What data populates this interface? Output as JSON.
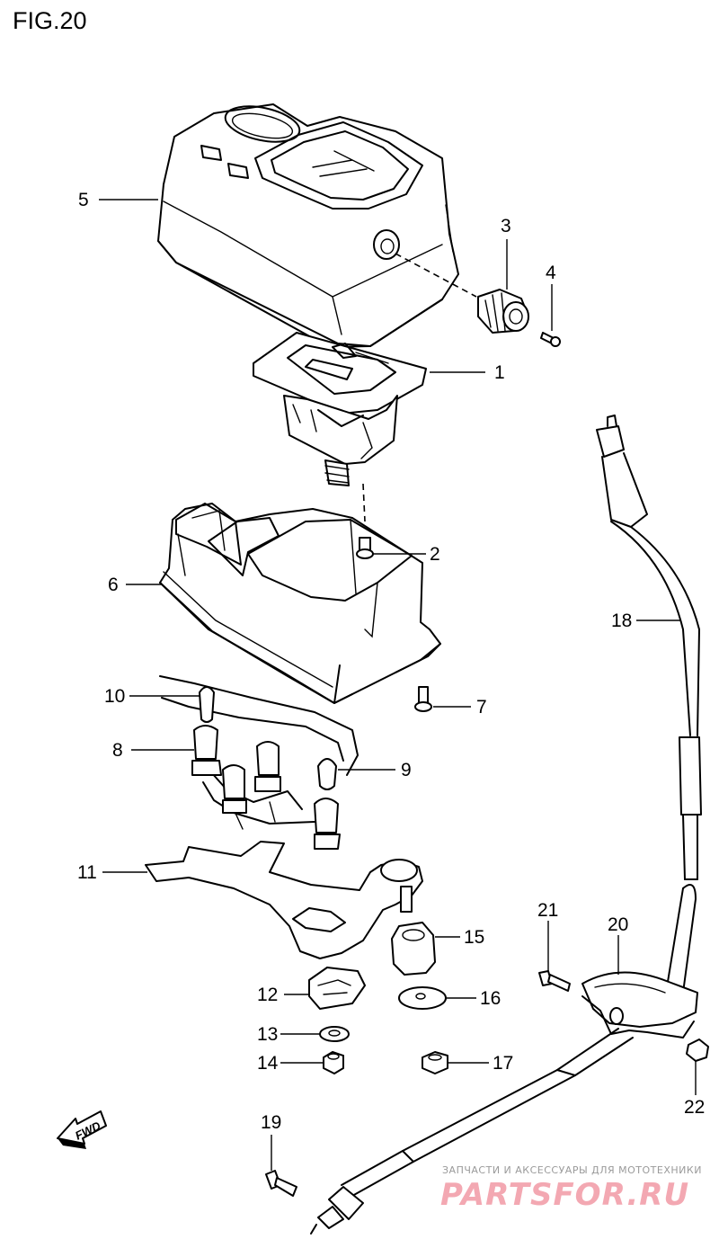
{
  "figure": {
    "title": "FIG.20"
  },
  "callouts": [
    {
      "number": "1"
    },
    {
      "number": "2"
    },
    {
      "number": "3"
    },
    {
      "number": "4"
    },
    {
      "number": "5"
    },
    {
      "number": "6"
    },
    {
      "number": "7"
    },
    {
      "number": "8"
    },
    {
      "number": "9"
    },
    {
      "number": "10"
    },
    {
      "number": "11"
    },
    {
      "number": "12"
    },
    {
      "number": "13"
    },
    {
      "number": "14"
    },
    {
      "number": "15"
    },
    {
      "number": "16"
    },
    {
      "number": "17"
    },
    {
      "number": "18"
    },
    {
      "number": "19"
    },
    {
      "number": "20"
    },
    {
      "number": "21"
    },
    {
      "number": "22"
    }
  ],
  "fwd_badge": {
    "label": "FWD",
    "icon": "fwd-arrow-icon"
  },
  "watermark": {
    "tagline": "ЗАПЧАСТИ И АКСЕССУАРЫ ДЛЯ МОТОТЕХНИКИ",
    "brand": "PARTSFOR.RU",
    "color": "#f3a8b2"
  }
}
